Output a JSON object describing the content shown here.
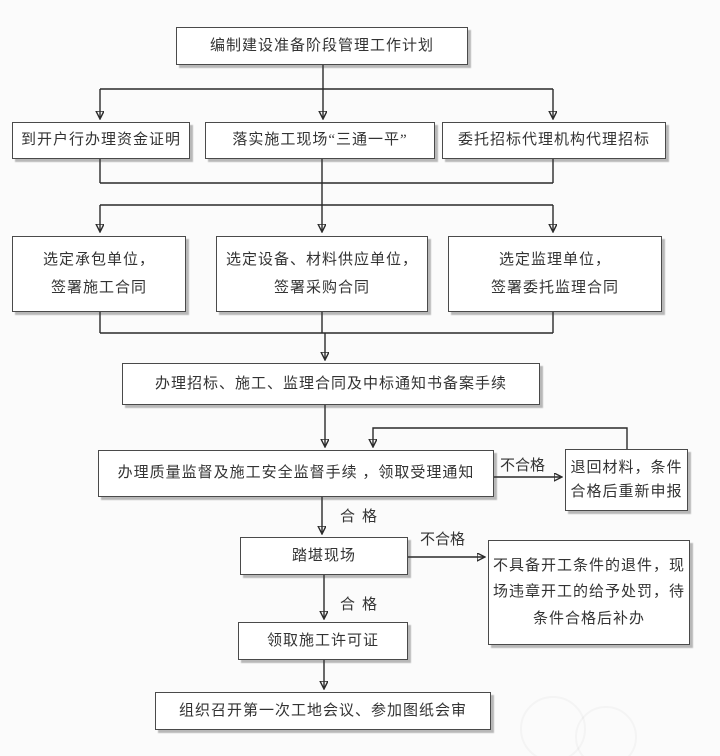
{
  "diagram": {
    "nodes": {
      "plan": {
        "text": "编制建设准备阶段管理工作计划"
      },
      "fund_proof": {
        "text": "到开户行办理资金证明"
      },
      "site_prep": {
        "text": "落实施工现场“三通一平”"
      },
      "bid_agency": {
        "text": "委托招标代理机构代理招标"
      },
      "contractor": {
        "line1": "选定承包单位，",
        "line2": "签署施工合同"
      },
      "supplier": {
        "line1": "选定设备、材料供应单位，",
        "line2": "签署采购合同"
      },
      "supervision": {
        "line1": "选定监理单位，",
        "line2": "签署委托监理合同"
      },
      "record_filing": {
        "text": "办理招标、施工、监理合同及中标通知书备案手续"
      },
      "quality_supervision": {
        "text": "办理质量监督及施工安全监督手续 ，领取受理通知"
      },
      "return_materials": {
        "line1": "退回材料，条件",
        "line2": "合格后重新申报"
      },
      "site_survey": {
        "text": "踏堪现场"
      },
      "reject_handling": {
        "line1": "不具备开工条件的退件，现",
        "line2": "场违章开工的给予处罚，待",
        "line3": "条件合格后补办"
      },
      "construction_permit": {
        "text": "领取施工许可证"
      },
      "first_meeting": {
        "text": "组织召开第一次工地会议、参加图纸会审"
      }
    },
    "edge_labels": {
      "pass": "合格",
      "fail": "不合格"
    },
    "colors": {
      "background": "#fbfbfb",
      "box_fill": "#ffffff",
      "box_border": "#4a4a4a",
      "line": "#2b2b2b",
      "text": "#333333"
    }
  }
}
